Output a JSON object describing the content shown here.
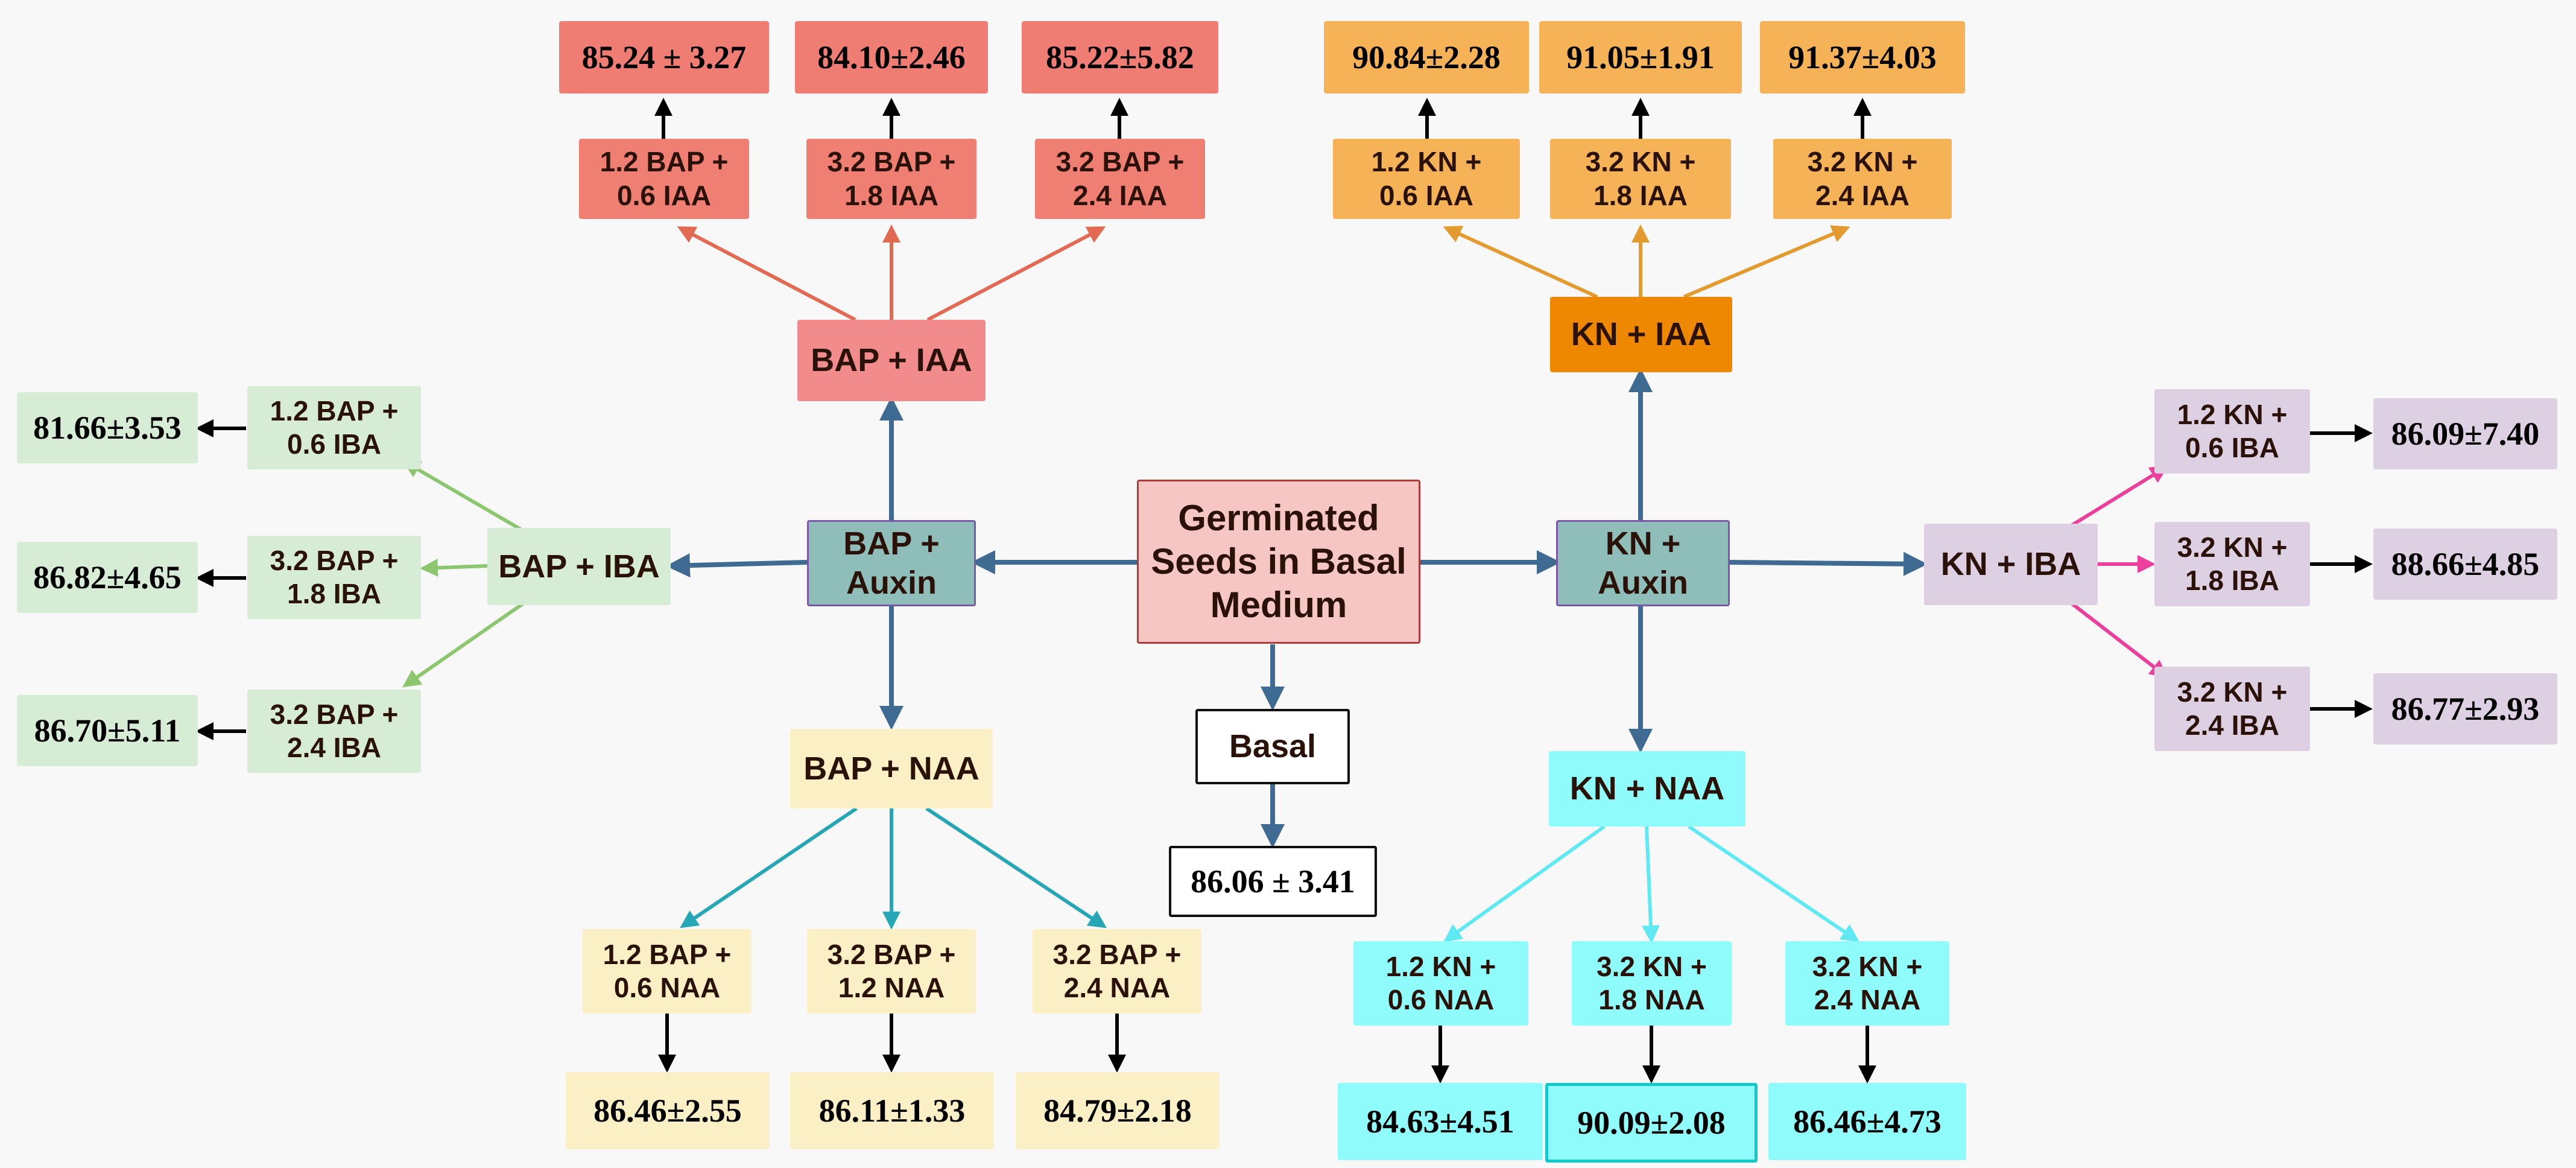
{
  "colors": {
    "bap_iaa": "#f28c8c",
    "bap_iaa_child": "#ef7f72",
    "bap_iaa_value": "#f07d74",
    "kn_iaa": "#ee8800",
    "kn_iaa_child": "#f5b257",
    "ba_ibа": "#d7ecd5",
    "kn_iba": "#ded0e3",
    "bap_naa": "#fbefc5",
    "kn_naa": "#8ffbfb",
    "hub": "#8fbdba",
    "root": "#f5c6c4",
    "arrow_main": "#3f6a91",
    "arrow_bap_iaa": "#e26a52",
    "arrow_kn_iaa": "#e39a2e",
    "arrow_bap_iba": "#8cc770",
    "arrow_kn_iba": "#ea3f9a",
    "arrow_bap_naa": "#27a6b5",
    "arrow_kn_naa": "#5fe9f2",
    "arrow_value": "#000000"
  },
  "root": {
    "label_line1": "Germinated",
    "label_line2": "Seeds in Basal",
    "label_line3": "Medium"
  },
  "hubs": {
    "bap_auxin": {
      "line1": "BAP +",
      "line2": "Auxin"
    },
    "kn_auxin": {
      "line1": "KN + Auxin"
    }
  },
  "basal": {
    "label": "Basal",
    "value": "86.06 ± 3.41"
  },
  "groups": {
    "bap_iaa": {
      "label": "BAP + IAA",
      "children": [
        {
          "line1": "1.2 BAP +",
          "line2": "0.6 IAA",
          "value": "85.24 ± 3.27"
        },
        {
          "line1": "3.2 BAP +",
          "line2": "1.8 IAA",
          "value": "84.10±2.46"
        },
        {
          "line1": "3.2 BAP +",
          "line2": "2.4 IAA",
          "value": "85.22±5.82"
        }
      ]
    },
    "kn_iaa": {
      "label": "KN + IAA",
      "children": [
        {
          "line1": "1.2 KN +",
          "line2": "0.6 IAA",
          "value": "90.84±2.28"
        },
        {
          "line1": "3.2 KN +",
          "line2": "1.8 IAA",
          "value": "91.05±1.91"
        },
        {
          "line1": "3.2 KN +",
          "line2": "2.4 IAA",
          "value": "91.37±4.03"
        }
      ]
    },
    "bap_iba": {
      "label": "BAP + IBA",
      "children": [
        {
          "line1": "1.2 BAP +",
          "line2": "0.6 IBA",
          "value": "81.66±3.53"
        },
        {
          "line1": "3.2 BAP +",
          "line2": "1.8 IBA",
          "value": "86.82±4.65"
        },
        {
          "line1": "3.2 BAP +",
          "line2": "2.4 IBA",
          "value": "86.70±5.11"
        }
      ]
    },
    "kn_iba": {
      "label": "KN + IBA",
      "children": [
        {
          "line1": "1.2 KN +",
          "line2": "0.6 IBA",
          "value": "86.09±7.40"
        },
        {
          "line1": "3.2 KN +",
          "line2": "1.8 IBA",
          "value": "88.66±4.85"
        },
        {
          "line1": "3.2 KN +",
          "line2": "2.4 IBA",
          "value": "86.77±2.93"
        }
      ]
    },
    "bap_naa": {
      "label": "BAP + NAA",
      "children": [
        {
          "line1": "1.2 BAP +",
          "line2": "0.6 NAA",
          "value": "86.46±2.55"
        },
        {
          "line1": "3.2 BAP +",
          "line2": "1.2 NAA",
          "value": "86.11±1.33"
        },
        {
          "line1": "3.2 BAP +",
          "line2": "2.4 NAA",
          "value": "84.79±2.18"
        }
      ]
    },
    "kn_naa": {
      "label": "KN + NAA",
      "children": [
        {
          "line1": "1.2 KN +",
          "line2": "0.6 NAA",
          "value": "84.63±4.51"
        },
        {
          "line1": "3.2 KN +",
          "line2": "1.8 NAA",
          "value": "90.09±2.08"
        },
        {
          "line1": "3.2 KN +",
          "line2": "2.4 NAA",
          "value": "86.46±4.73"
        }
      ]
    }
  }
}
